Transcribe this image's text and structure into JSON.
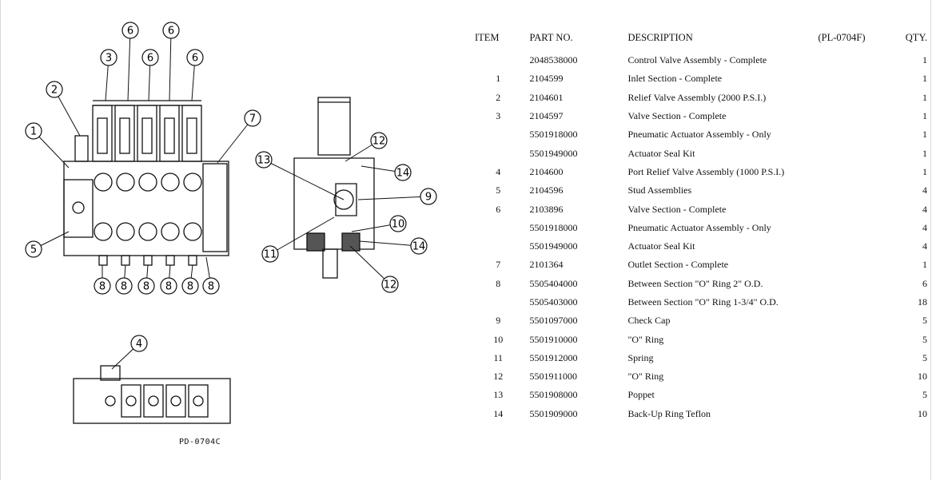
{
  "drawing": {
    "code": "PD-0704C",
    "callouts_front": [
      "6",
      "6",
      "3",
      "6",
      "6",
      "2",
      "7",
      "1",
      "5",
      "8",
      "8",
      "8",
      "8",
      "8",
      "8"
    ],
    "callouts_section": [
      "13",
      "12",
      "14",
      "9",
      "10",
      "14",
      "11",
      "12"
    ],
    "callout_top": "4"
  },
  "table": {
    "headers": {
      "item": "ITEM",
      "part": "PART NO.",
      "desc": "DESCRIPTION",
      "ref": "(PL-0704F)",
      "qty": "QTY."
    },
    "rows": [
      {
        "item": "",
        "part": "2048538000",
        "desc": "Control Valve Assembly - Complete",
        "qty": "1"
      },
      {
        "item": "1",
        "part": "2104599",
        "desc": "Inlet Section - Complete",
        "qty": "1"
      },
      {
        "item": "2",
        "part": "2104601",
        "desc": "Relief Valve Assembly (2000 P.S.I.)",
        "qty": "1"
      },
      {
        "item": "3",
        "part": "2104597",
        "desc": "Valve Section - Complete",
        "qty": "1"
      },
      {
        "item": "",
        "part": "5501918000",
        "desc": "Pneumatic Actuator Assembly - Only",
        "qty": "1"
      },
      {
        "item": "",
        "part": "5501949000",
        "desc": "Actuator Seal Kit",
        "qty": "1"
      },
      {
        "item": "4",
        "part": "2104600",
        "desc": "Port Relief Valve Assembly (1000 P.S.I.)",
        "qty": "1"
      },
      {
        "item": "5",
        "part": "2104596",
        "desc": "Stud Assemblies",
        "qty": "4"
      },
      {
        "item": "6",
        "part": "2103896",
        "desc": "Valve Section - Complete",
        "qty": "4"
      },
      {
        "item": "",
        "part": "5501918000",
        "desc": "Pneumatic Actuator Assembly - Only",
        "qty": "4"
      },
      {
        "item": "",
        "part": "5501949000",
        "desc": "Actuator Seal Kit",
        "qty": "4"
      },
      {
        "item": "7",
        "part": "2101364",
        "desc": "Outlet Section - Complete",
        "qty": "1"
      },
      {
        "item": "8",
        "part": "5505404000",
        "desc": "Between Section \"O\" Ring 2\" O.D.",
        "qty": "6"
      },
      {
        "item": "",
        "part": "5505403000",
        "desc": "Between Section \"O\" Ring 1-3/4\" O.D.",
        "qty": "18"
      },
      {
        "item": "9",
        "part": "5501097000",
        "desc": "Check Cap",
        "qty": "5"
      },
      {
        "item": "10",
        "part": "5501910000",
        "desc": "\"O\" Ring",
        "qty": "5"
      },
      {
        "item": "11",
        "part": "5501912000",
        "desc": "Spring",
        "qty": "5"
      },
      {
        "item": "12",
        "part": "5501911000",
        "desc": "\"O\" Ring",
        "qty": "10"
      },
      {
        "item": "13",
        "part": "5501908000",
        "desc": "Poppet",
        "qty": "5"
      },
      {
        "item": "14",
        "part": "5501909000",
        "desc": "Back-Up Ring Teflon",
        "qty": "10"
      }
    ]
  }
}
